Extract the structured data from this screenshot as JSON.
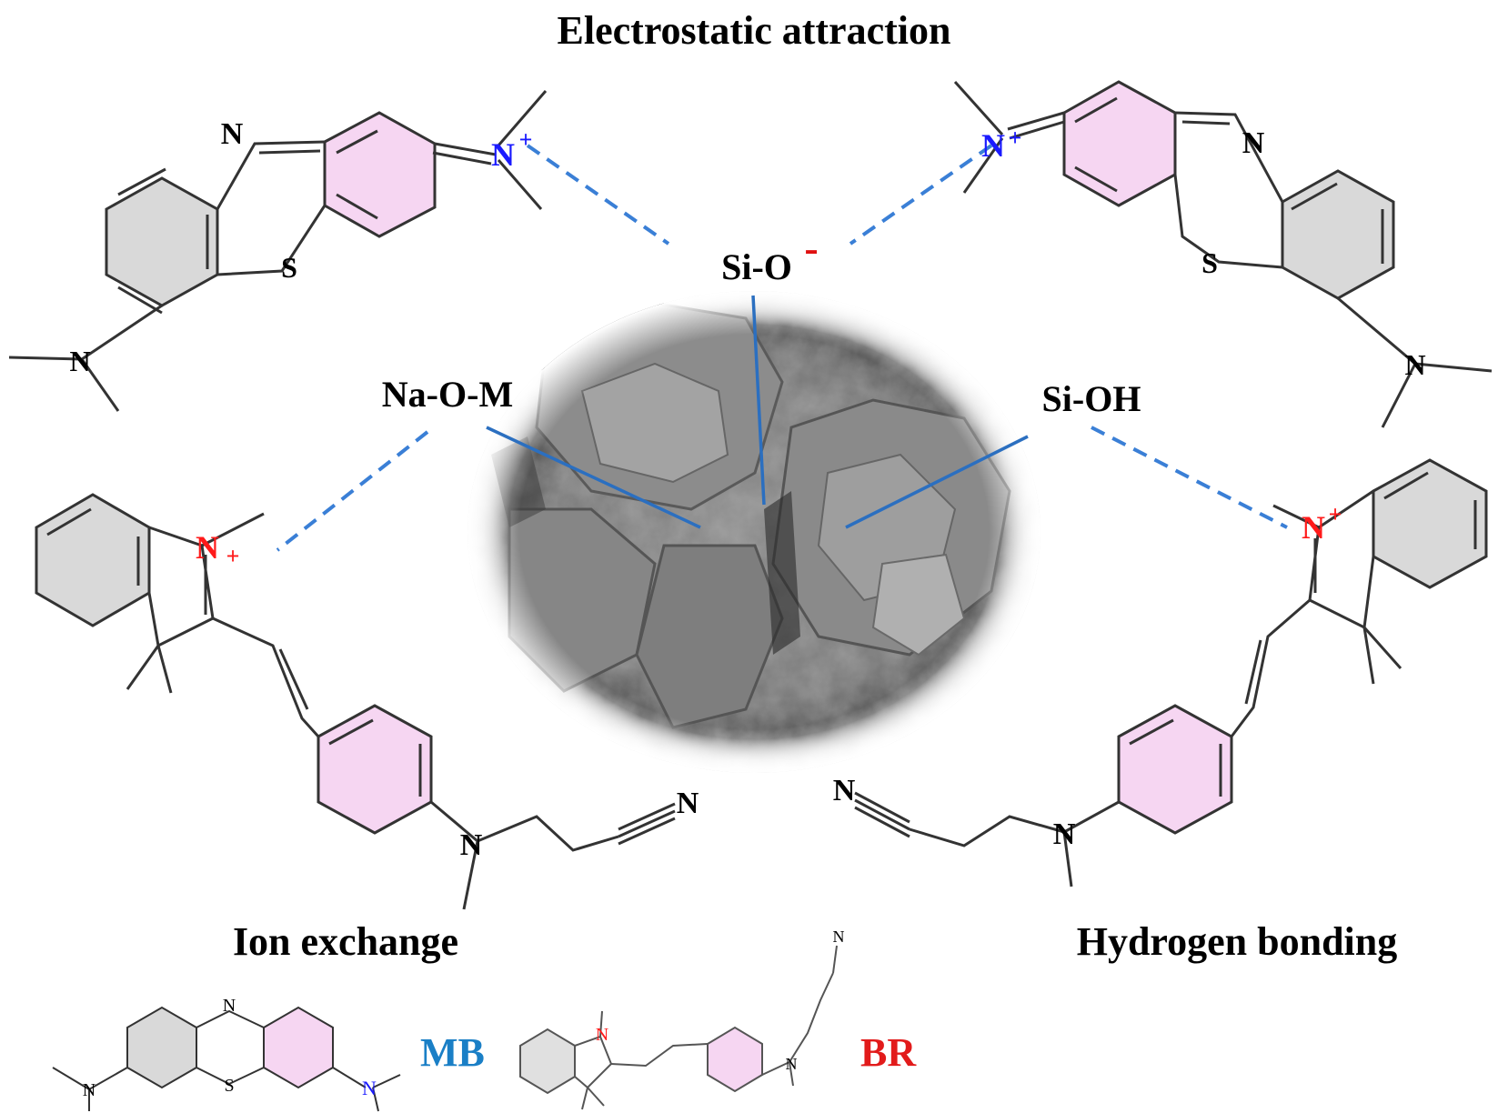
{
  "title": "Electrostatic attraction",
  "mechanisms": {
    "ion_exchange": "Ion exchange",
    "hydrogen_bonding": "Hydrogen bonding"
  },
  "sites": {
    "si_o": "Si-O",
    "si_o_charge": "-",
    "na_o_m": "Na-O-M",
    "si_oh": "Si-OH"
  },
  "atoms": {
    "n": "N",
    "n_plus": "N",
    "plus": "+",
    "s": "S"
  },
  "legend": {
    "mb": "MB",
    "br": "BR"
  },
  "colors": {
    "pink_ring": "#f6d6f2",
    "grey_ring": "#d9d9d9",
    "blue_atom": "#1a1aff",
    "red_atom": "#ff1a1a",
    "dashed_line": "#3a7fd6",
    "site_line": "#2b6fc0",
    "mb_label": "#1a7fc6",
    "br_label": "#e21b1b"
  },
  "image": "sem-micrograph-of-particle-aggregate"
}
